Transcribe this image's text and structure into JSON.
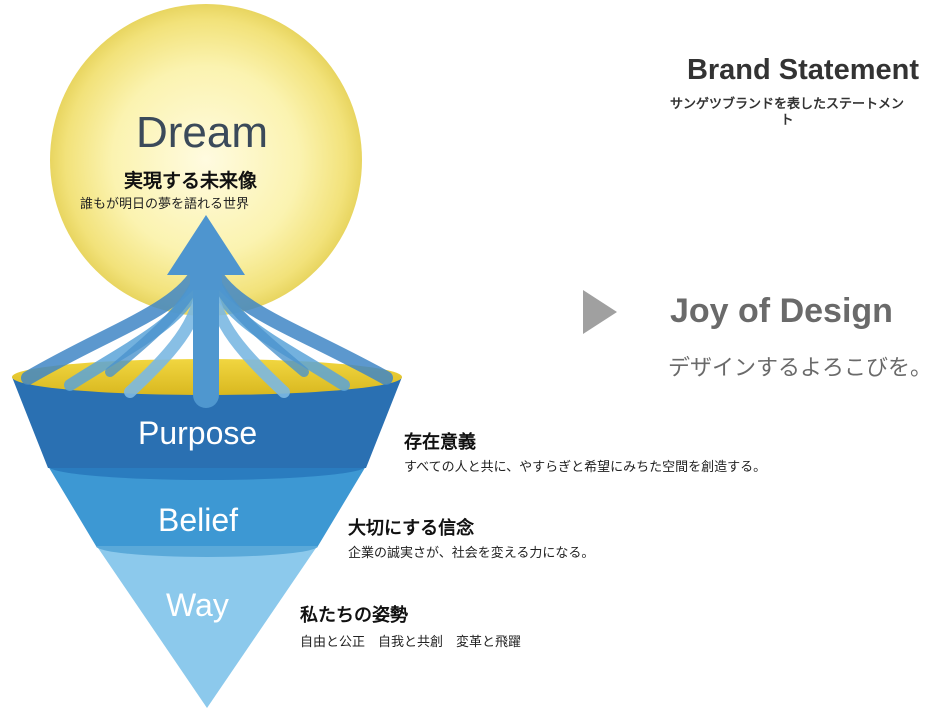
{
  "dream": {
    "title": "Dream",
    "subtitle": "実現する未来像",
    "description": "誰もが明日の夢を語れる世界"
  },
  "layers": [
    {
      "title": "Purpose",
      "heading": "存在意義",
      "description": "すべての人と共に、やすらぎと希望にみちた空間を創造する。"
    },
    {
      "title": "Belief",
      "heading": "大切にする信念",
      "description": "企業の誠実さが、社会を変える力になる。"
    },
    {
      "title": "Way",
      "heading": "私たちの姿勢",
      "description": "自由と公正　自我と共創　変革と飛躍"
    }
  ],
  "brand": {
    "title": "Brand Statement",
    "subtitle": "サンゲツブランドを表したステートメント",
    "statement": "Joy of Design",
    "statement_sub": "デザインするよろこびを。"
  },
  "colors": {
    "sun": "#f7ec96",
    "purpose": "#2a6fb0",
    "belief": "#3d97d2",
    "way": "#88c8ec",
    "arrow": "#5aa0d4",
    "arrowhead": "#9a9a9a"
  }
}
